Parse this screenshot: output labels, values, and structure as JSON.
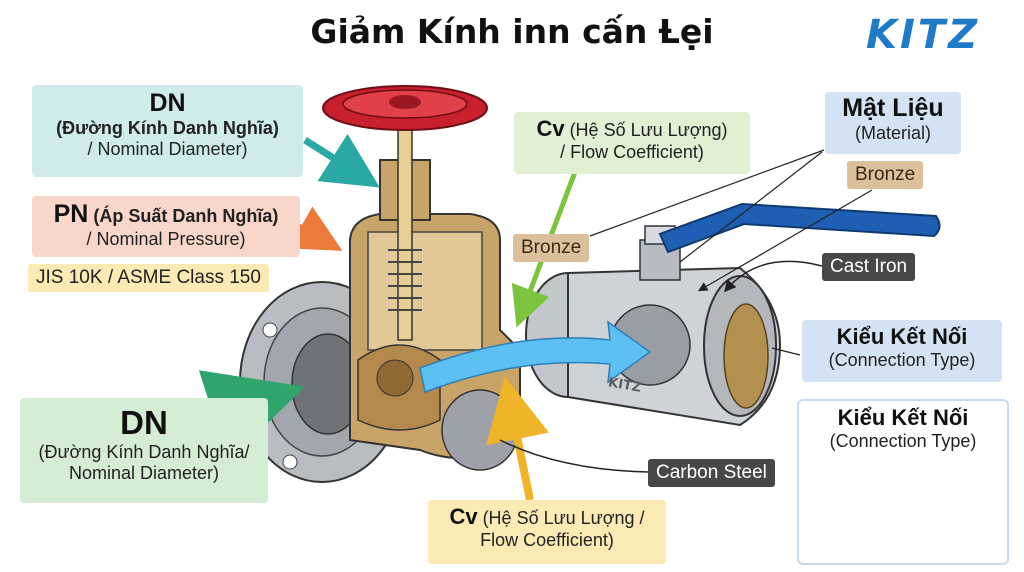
{
  "title": "Giảm Kính inn cấn Ƚẹi",
  "logo": {
    "text": "KITZ",
    "color": "#1f7ac8"
  },
  "dn_top": {
    "heading": "DN",
    "line1": "(Đường Kính Danh Nghĩa)",
    "line2": "/ Nominal Diameter)"
  },
  "pn": {
    "heading": "PN",
    "line1": " (Áp Suất Danh Nghĩa)",
    "line2": "/ Nominal Pressure)"
  },
  "pressure_class": "JIS 10K / ASME Class 150",
  "dn_bottom": {
    "heading": "DN",
    "line1": "(Đường Kính Danh Nghĩa/",
    "line2": "Nominal Diameter)"
  },
  "cv_top": {
    "heading": "Cv",
    "line1": " (Hệ Số Lưu Lượng)",
    "line2": "/ Flow Coefficient)"
  },
  "cv_bottom": {
    "heading": "Cv",
    "line1": " (Hệ Số Lưu Lượng /",
    "line2": "Flow Coefficient)"
  },
  "material": {
    "heading": "Mật Liệu",
    "sub": "(Material)"
  },
  "bronze_material": "Bronze",
  "bronze_body": "Bronze",
  "cast_iron": "Cast Iron",
  "carbon_steel": "Carbon Steel",
  "connection_1": {
    "heading": "Kiểu Kết Nối",
    "sub": "(Connection Type)"
  },
  "connection_2": {
    "heading": "Kiểu Kết Nối",
    "sub": "(Connection Type)"
  },
  "valve_marking": "KITZ",
  "colors": {
    "teal_box": "#cfeceb",
    "pink_box": "#f8d6c9",
    "yellow_box": "#fbeab3",
    "green_box": "#d5ecd5",
    "blue_box": "#d3e3f3",
    "bronze": "#c9a469",
    "handwheel_red": "#c8202c",
    "flow_arrow": "#5cc0f2",
    "handle_blue": "#1e5fb4",
    "arrow_teal": "#2aa9a4",
    "arrow_orange": "#ec7a3a",
    "arrow_green": "#2fa46c",
    "arrow_yellow": "#f0b428"
  }
}
